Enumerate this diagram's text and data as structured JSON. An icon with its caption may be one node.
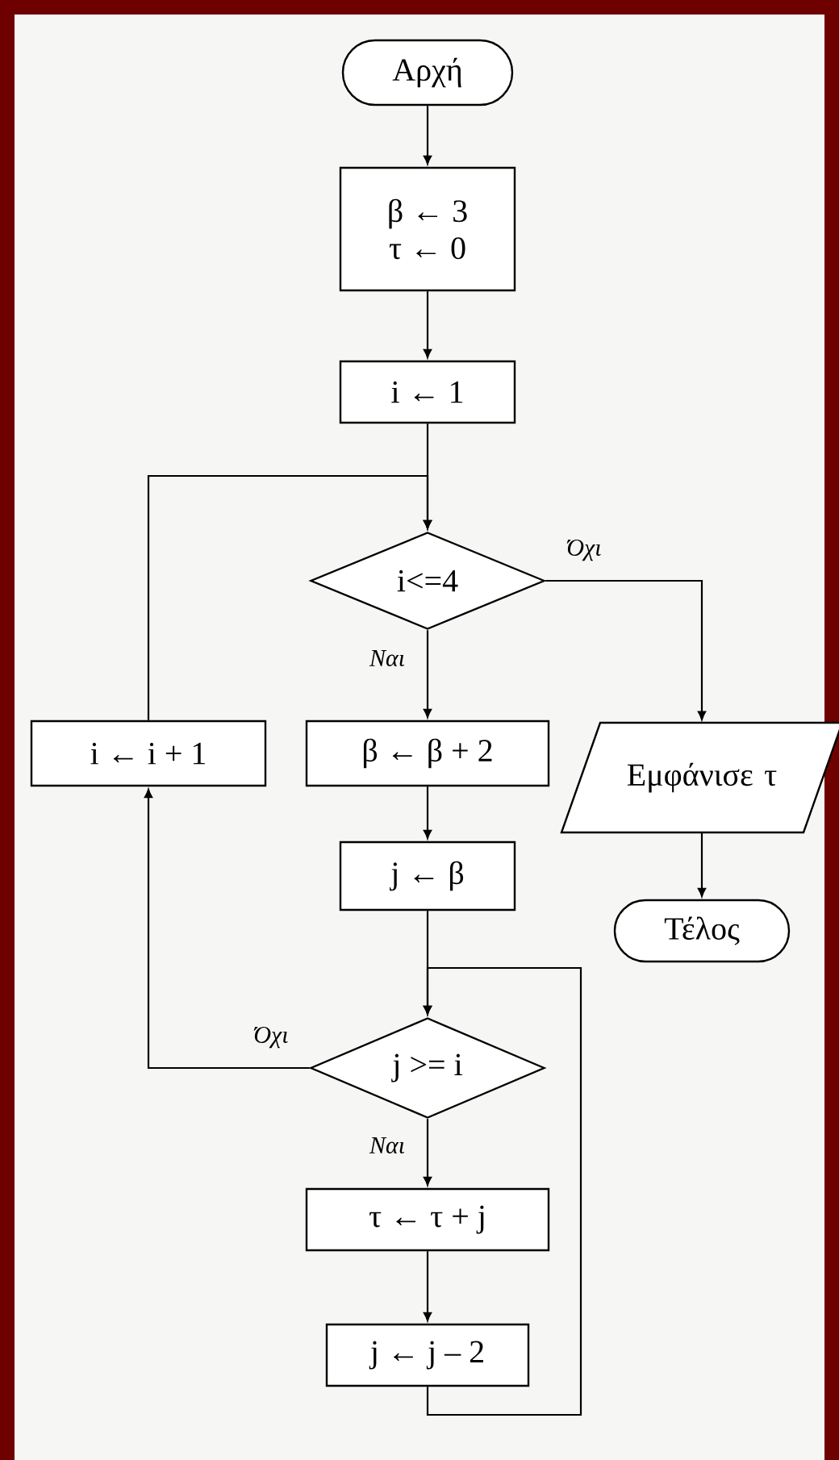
{
  "diagram": {
    "nodes": [
      {
        "text": [
          "Αρχή"
        ]
      },
      {
        "text": [
          "β ← 3",
          "τ ← 0"
        ]
      },
      {
        "text": [
          "i ← 1"
        ]
      },
      {
        "text": [
          "i<=4"
        ]
      },
      {
        "text": [
          "i ← i + 1"
        ]
      },
      {
        "text": [
          "β ← β + 2"
        ]
      },
      {
        "text": [
          "Εμφάνισε τ"
        ]
      },
      {
        "text": [
          "j ← β"
        ]
      },
      {
        "text": [
          "Τέλος"
        ]
      },
      {
        "text": [
          "j >= i"
        ]
      },
      {
        "text": [
          "τ ← τ + j"
        ]
      },
      {
        "text": [
          "j ← j – 2"
        ]
      }
    ],
    "edges": [
      {
        "from": 0,
        "to": 1,
        "arrow": "to"
      },
      {
        "from": 1,
        "to": 2,
        "arrow": "to"
      },
      {
        "from": 2,
        "to": 3,
        "arrow": "to"
      },
      {
        "from": 3,
        "to": 5,
        "arrow": "to",
        "label": "Ναι"
      },
      {
        "from": 3,
        "to": 6,
        "arrow": "to",
        "label": "Όχι"
      },
      {
        "from": 5,
        "to": 7,
        "arrow": "to"
      },
      {
        "from": 7,
        "to": 9,
        "arrow": "to"
      },
      {
        "from": 9,
        "to": 10,
        "arrow": "to",
        "label": "Ναι"
      },
      {
        "from": 10,
        "to": 11,
        "arrow": "to"
      },
      {
        "from": 11,
        "to": 9,
        "arrow": "to"
      },
      {
        "from": 9,
        "to": 4,
        "arrow": "to",
        "label": "Όχι"
      },
      {
        "from": 4,
        "to": 3,
        "arrow": "to"
      },
      {
        "from": 6,
        "to": 8,
        "arrow": "to"
      }
    ]
  }
}
